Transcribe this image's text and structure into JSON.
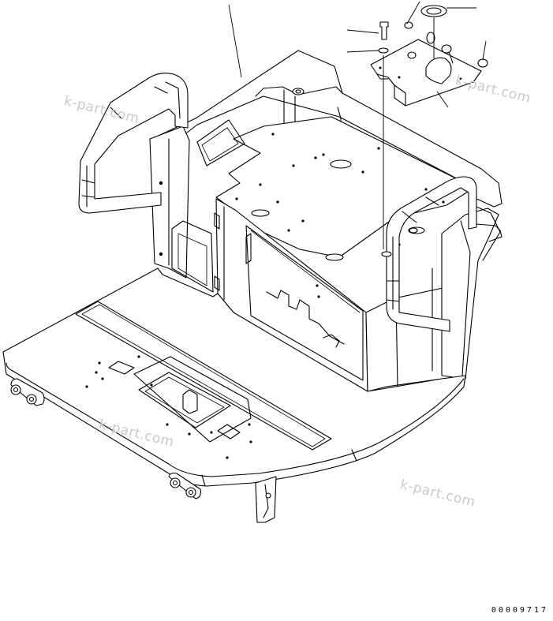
{
  "watermarks": [
    "k-part.com",
    "k-part.com",
    "k-part.com",
    "k-part.com"
  ],
  "picture_id": "00009717"
}
